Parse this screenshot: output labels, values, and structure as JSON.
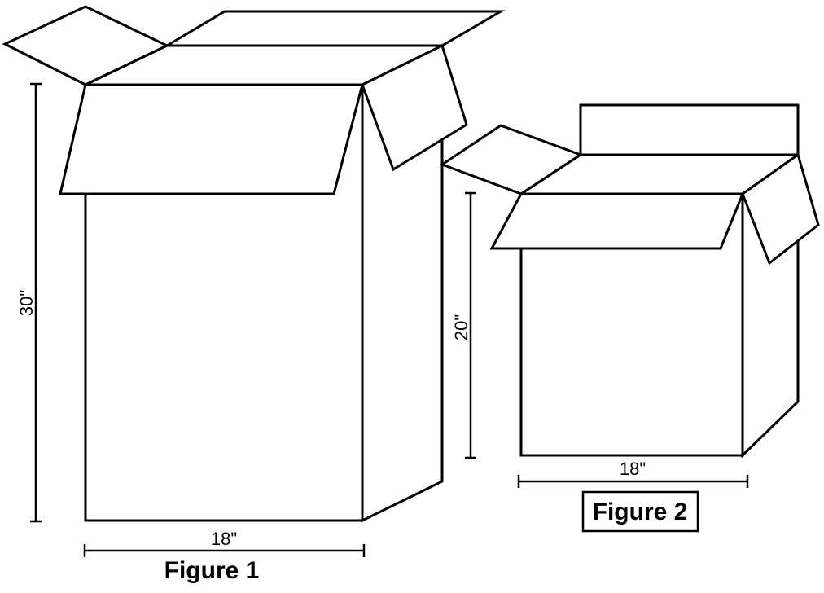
{
  "figure1": {
    "caption": "Figure 1",
    "height_label": "30\"",
    "width_label": "18\""
  },
  "figure2": {
    "caption": "Figure 2",
    "height_label": "20\"",
    "width_label": "18\""
  },
  "colors": {
    "stroke": "#000000",
    "background": "#ffffff"
  }
}
